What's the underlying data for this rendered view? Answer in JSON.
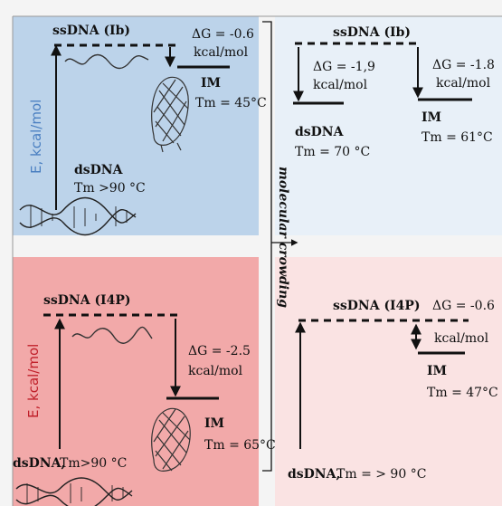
{
  "colors": {
    "panel_top_left": "#bcd3ea",
    "panel_top_right": "#e8f0f8",
    "panel_bottom_left": "#f2a9a9",
    "panel_bottom_right": "#fae3e3",
    "axis_blue": "#4a7fc1",
    "axis_red": "#c0202a"
  },
  "top_left": {
    "ss_label": "ssDNA (Ib)",
    "dg_line1": "ΔG = -0.6",
    "dg_line2": "kcal/mol",
    "im_label": "IM",
    "im_tm": "Tm = 45°C",
    "axis_label": "E, kcal/mol",
    "ds_label": "dsDNA",
    "ds_tm": "Tm >90 °C"
  },
  "top_right": {
    "ss_label": "ssDNA (Ib)",
    "dg_left_line1": "ΔG = -1,9",
    "dg_left_line2": "kcal/mol",
    "dg_right_line1": "ΔG = -1.8",
    "dg_right_line2": "kcal/mol",
    "ds_label": "dsDNA",
    "ds_tm": "Tm = 70 °C",
    "im_label": "IM",
    "im_tm": "Tm = 61°C"
  },
  "bottom_left": {
    "ss_label": "ssDNA (I4P)",
    "dg_line1": "ΔG = -2.5",
    "dg_line2": "kcal/mol",
    "axis_label": "E, kcal/mol",
    "im_label": "IM",
    "im_tm": "Tm = 65°C",
    "ds_label": "dsDNA,",
    "ds_tm": " Tm>90 °C"
  },
  "bottom_right": {
    "ss_label": "ssDNA (I4P)",
    "dg_line1": "ΔG = -0.6",
    "dg_line2": "kcal/mol",
    "im_label": "IM",
    "im_tm": "Tm = 47°C",
    "ds_label": "dsDNA,",
    "ds_tm": " Tm = > 90 °C"
  },
  "center": {
    "crowding_label": "molecular crowding"
  }
}
